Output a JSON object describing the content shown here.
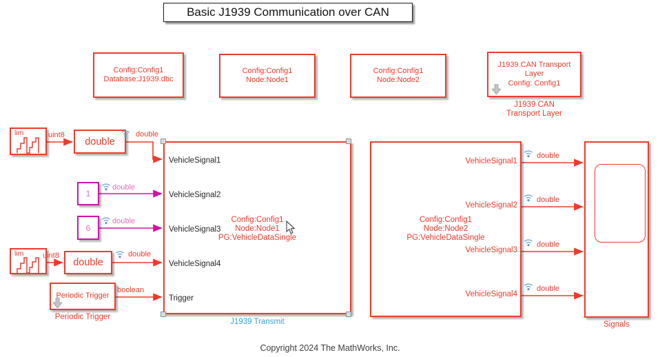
{
  "title": "Basic J1939 Communication over CAN",
  "copyright": "Copyright 2024 The MathWorks, Inc.",
  "config_blocks": {
    "database": {
      "line1": "Config:Config1",
      "line2": "Database:J1939.dbc"
    },
    "node1": {
      "line1": "Config:Config1",
      "line2": "Node:Node1"
    },
    "node2": {
      "line1": "Config:Config1",
      "line2": "Node:Node2"
    },
    "transport": {
      "line1": "J1939 CAN Transport Layer",
      "line2": "Config: Config1",
      "label_line1": "J1939 CAN",
      "label_line2": "Transport Layer"
    }
  },
  "sources": {
    "counter1": {
      "icon_label": "lim",
      "out_type": "uint8"
    },
    "counter2": {
      "icon_label": "lim",
      "out_type": "uint8"
    },
    "convert1": {
      "text": "double",
      "logged_type": "double"
    },
    "convert2": {
      "text": "double",
      "logged_type": "double"
    },
    "constant1": {
      "value": "1",
      "logged_type": "double"
    },
    "constant2": {
      "value": "6",
      "logged_type": "double"
    },
    "periodic_trigger": {
      "text": "Periodic Trigger",
      "label": "Periodic Trigger",
      "out_type": "boolean"
    }
  },
  "transmit": {
    "line1": "Config:Config1",
    "line2": "Node:Node1",
    "line3": "PG:VehicleDataSingle",
    "label": "J1939 Transmit",
    "ports": [
      "VehicleSignal1",
      "VehicleSignal2",
      "VehicleSignal3",
      "VehicleSignal4",
      "Trigger"
    ]
  },
  "receive": {
    "line1": "Config:Config1",
    "line2": "Node:Node2",
    "line3": "PG:VehicleDataSingle",
    "ports": [
      "VehicleSignal1",
      "VehicleSignal2",
      "VehicleSignal3",
      "VehicleSignal4"
    ],
    "out_types": [
      "double",
      "double",
      "double",
      "double"
    ]
  },
  "scope": {
    "label": "Signals"
  },
  "colors": {
    "red": "#ee3a2b",
    "magenta": "#d411a5",
    "selected_label_blue": "#35a0dc",
    "logging_badge_blue": "#74a9d8"
  }
}
